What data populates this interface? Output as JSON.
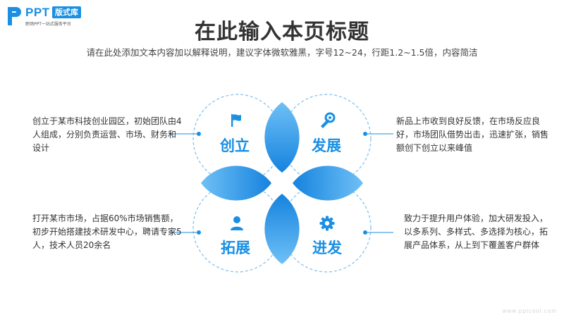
{
  "logo": {
    "word": "PPT",
    "badge": "版式库",
    "tagline": "职场PPT一站式服务平台"
  },
  "header": {
    "title": "在此输入本页标题",
    "subtitle": "请在此处添加文本内容加以解释说明，建议字体微软雅黑，字号12~24，行距1.2~1.5倍，内容简洁"
  },
  "quadrants": {
    "top_left": {
      "label": "创立",
      "icon": "flag-icon",
      "text": "创立于某市科技创业园区，初始团队由4人组成，分别负责运营、市场、财务和设计"
    },
    "top_right": {
      "label": "发展",
      "icon": "horn-icon",
      "text": "新品上市收到良好反馈，在市场反应良好，市场团队借势出击，迅速扩张，销售额创下创立以来峰值"
    },
    "bottom_left": {
      "label": "拓展",
      "icon": "person-icon",
      "text": "打开某市市场，占据60%市场销售额，初步开始搭建技术研发中心，聘请专家5人，技术人员20余名"
    },
    "bottom_right": {
      "label": "进发",
      "icon": "gear-icon",
      "text": "致力于提升用户体验，加大研发投入，以多系列、多样式、多选择为核心，拓展产品体系，从上到下覆盖客户群体"
    }
  },
  "colors": {
    "accent": "#1a8fe3",
    "petal_light": "#6fc0f6",
    "petal_dark": "#1583de",
    "dash": "#8cc8ef"
  },
  "watermark": "www.pptcool.com"
}
